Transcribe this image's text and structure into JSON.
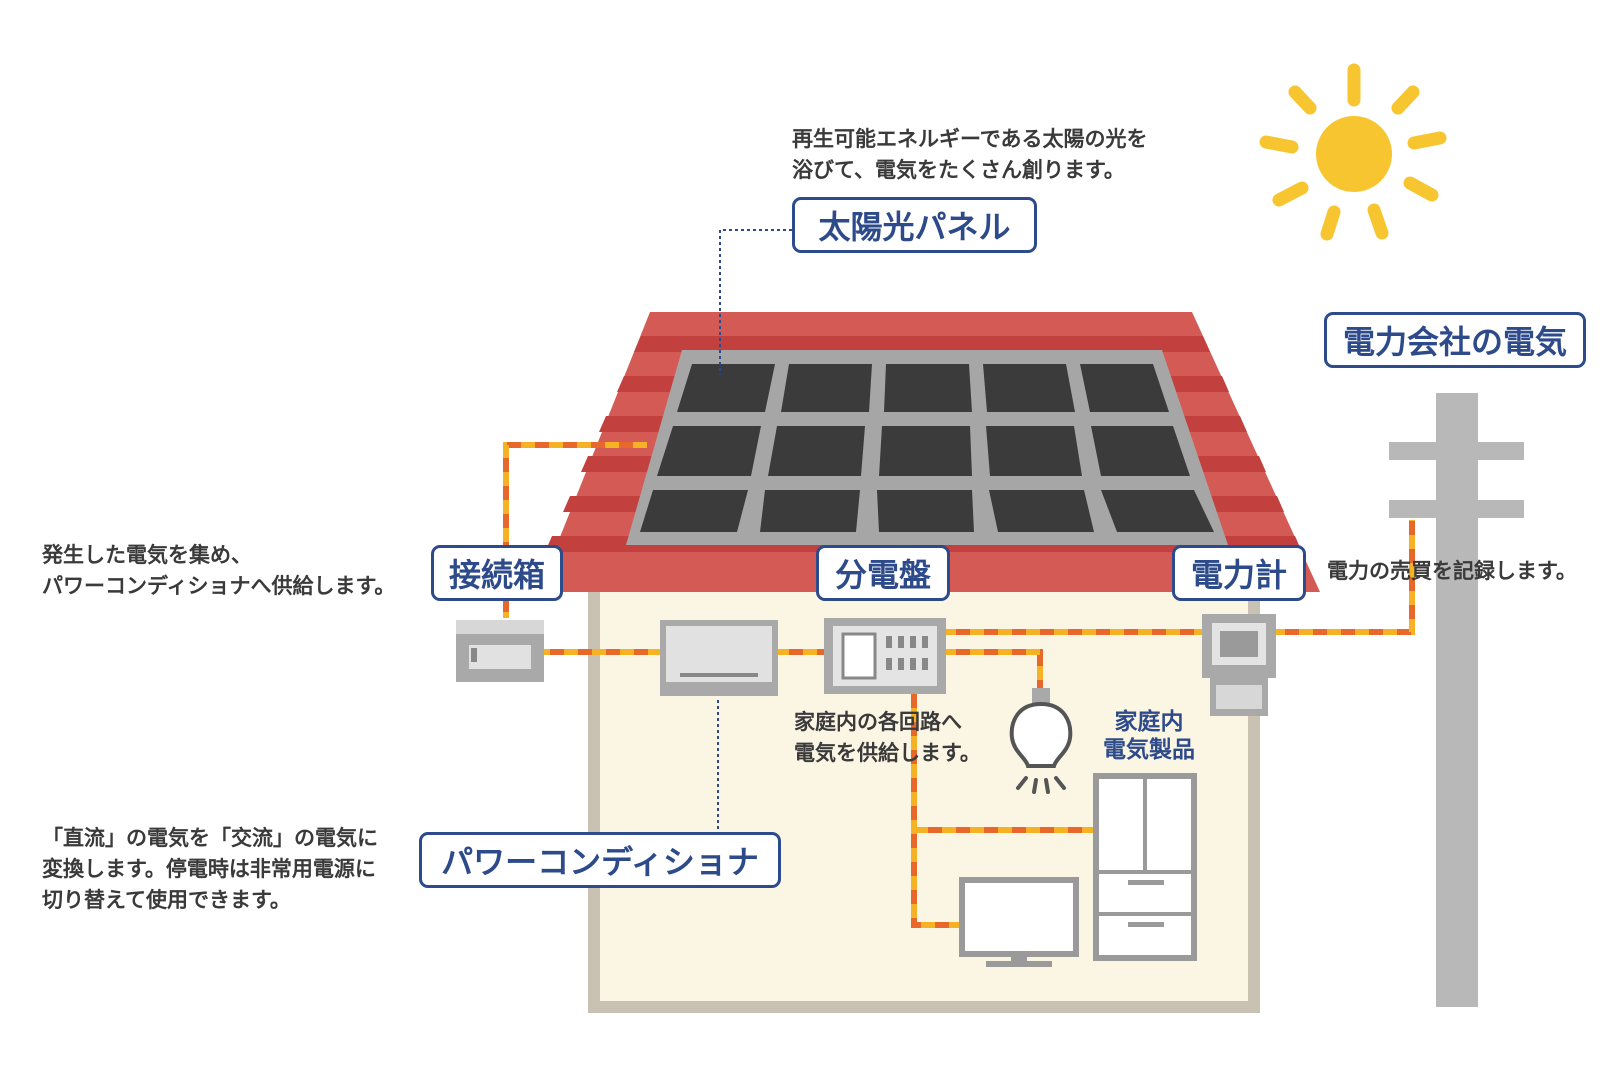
{
  "labels": {
    "solar_panel": "太陽光パネル",
    "junction_box": "接続箱",
    "distribution_board": "分電盤",
    "power_meter": "電力計",
    "power_company": "電力会社の電気",
    "power_conditioner": "パワーコンディショナ",
    "home_appliances": [
      "家庭内",
      "電気製品"
    ]
  },
  "descriptions": {
    "solar_panel": [
      "再生可能エネルギーである太陽の光を",
      "浴びて、電気をたくさん創ります。"
    ],
    "junction_box": [
      "発生した電気を集め、",
      "パワーコンディショナへ供給します。"
    ],
    "distribution_board": [
      "家庭内の各回路へ",
      "電気を供給します。"
    ],
    "power_meter": "電力の売買を記録します。",
    "power_conditioner": [
      "「直流」の電気を「交流」の電気に",
      "変換します。停電時は非常用電源に",
      "切り替えて使用できます。"
    ]
  },
  "colors": {
    "label_blue": "#2d4a8a",
    "roof_red": "#d45a55",
    "wall_cream": "#fbf6e4",
    "wire_orange": "#e8672a",
    "wire_yellow": "#f4b224",
    "sun_yellow": "#f7c52f",
    "panel_dark": "#3b3b3b",
    "device_gray": "#a9a9a9"
  },
  "icons": [
    "sun-icon",
    "solar-panel-icon",
    "junction-box-icon",
    "power-conditioner-icon",
    "distribution-board-icon",
    "power-meter-icon",
    "light-bulb-icon",
    "refrigerator-icon",
    "monitor-icon",
    "utility-pole-icon"
  ]
}
